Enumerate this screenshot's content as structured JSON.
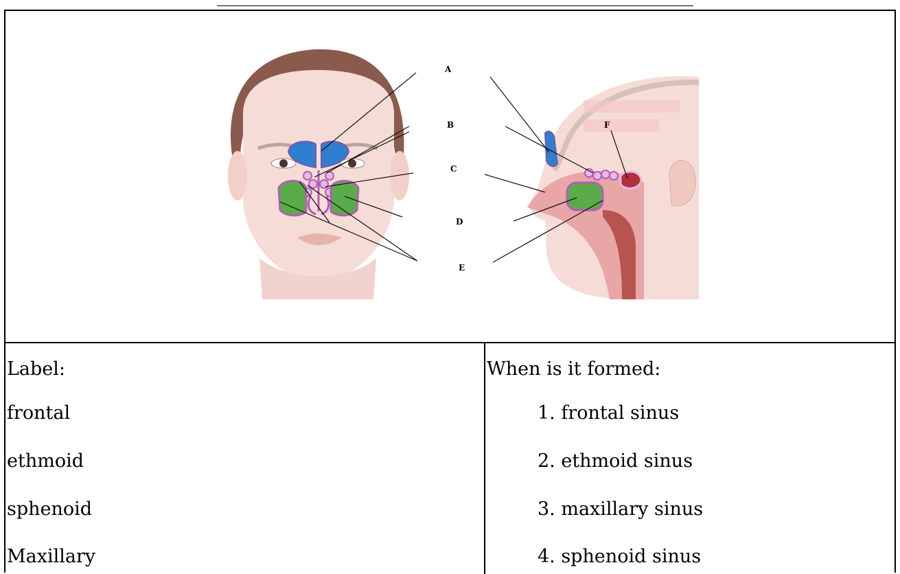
{
  "figure": {
    "labels": [
      "A",
      "B",
      "C",
      "D",
      "E",
      "F"
    ]
  },
  "left_column": {
    "heading": "Label:",
    "items": [
      "frontal",
      "ethmoid",
      "sphenoid",
      "Maxillary"
    ]
  },
  "right_column": {
    "heading": "When is it formed:",
    "items": [
      "1. frontal sinus",
      "2. ethmoid sinus",
      "3. maxillary sinus",
      "4. sphenoid sinus"
    ]
  },
  "colors": {
    "frontal": "#2f7fd0",
    "maxillary": "#5aab4a",
    "ethmoid": "#c98fc9",
    "sphenoid": "#b0303c",
    "skin": "#f6dcd6",
    "hair": "#8a5a4c"
  }
}
